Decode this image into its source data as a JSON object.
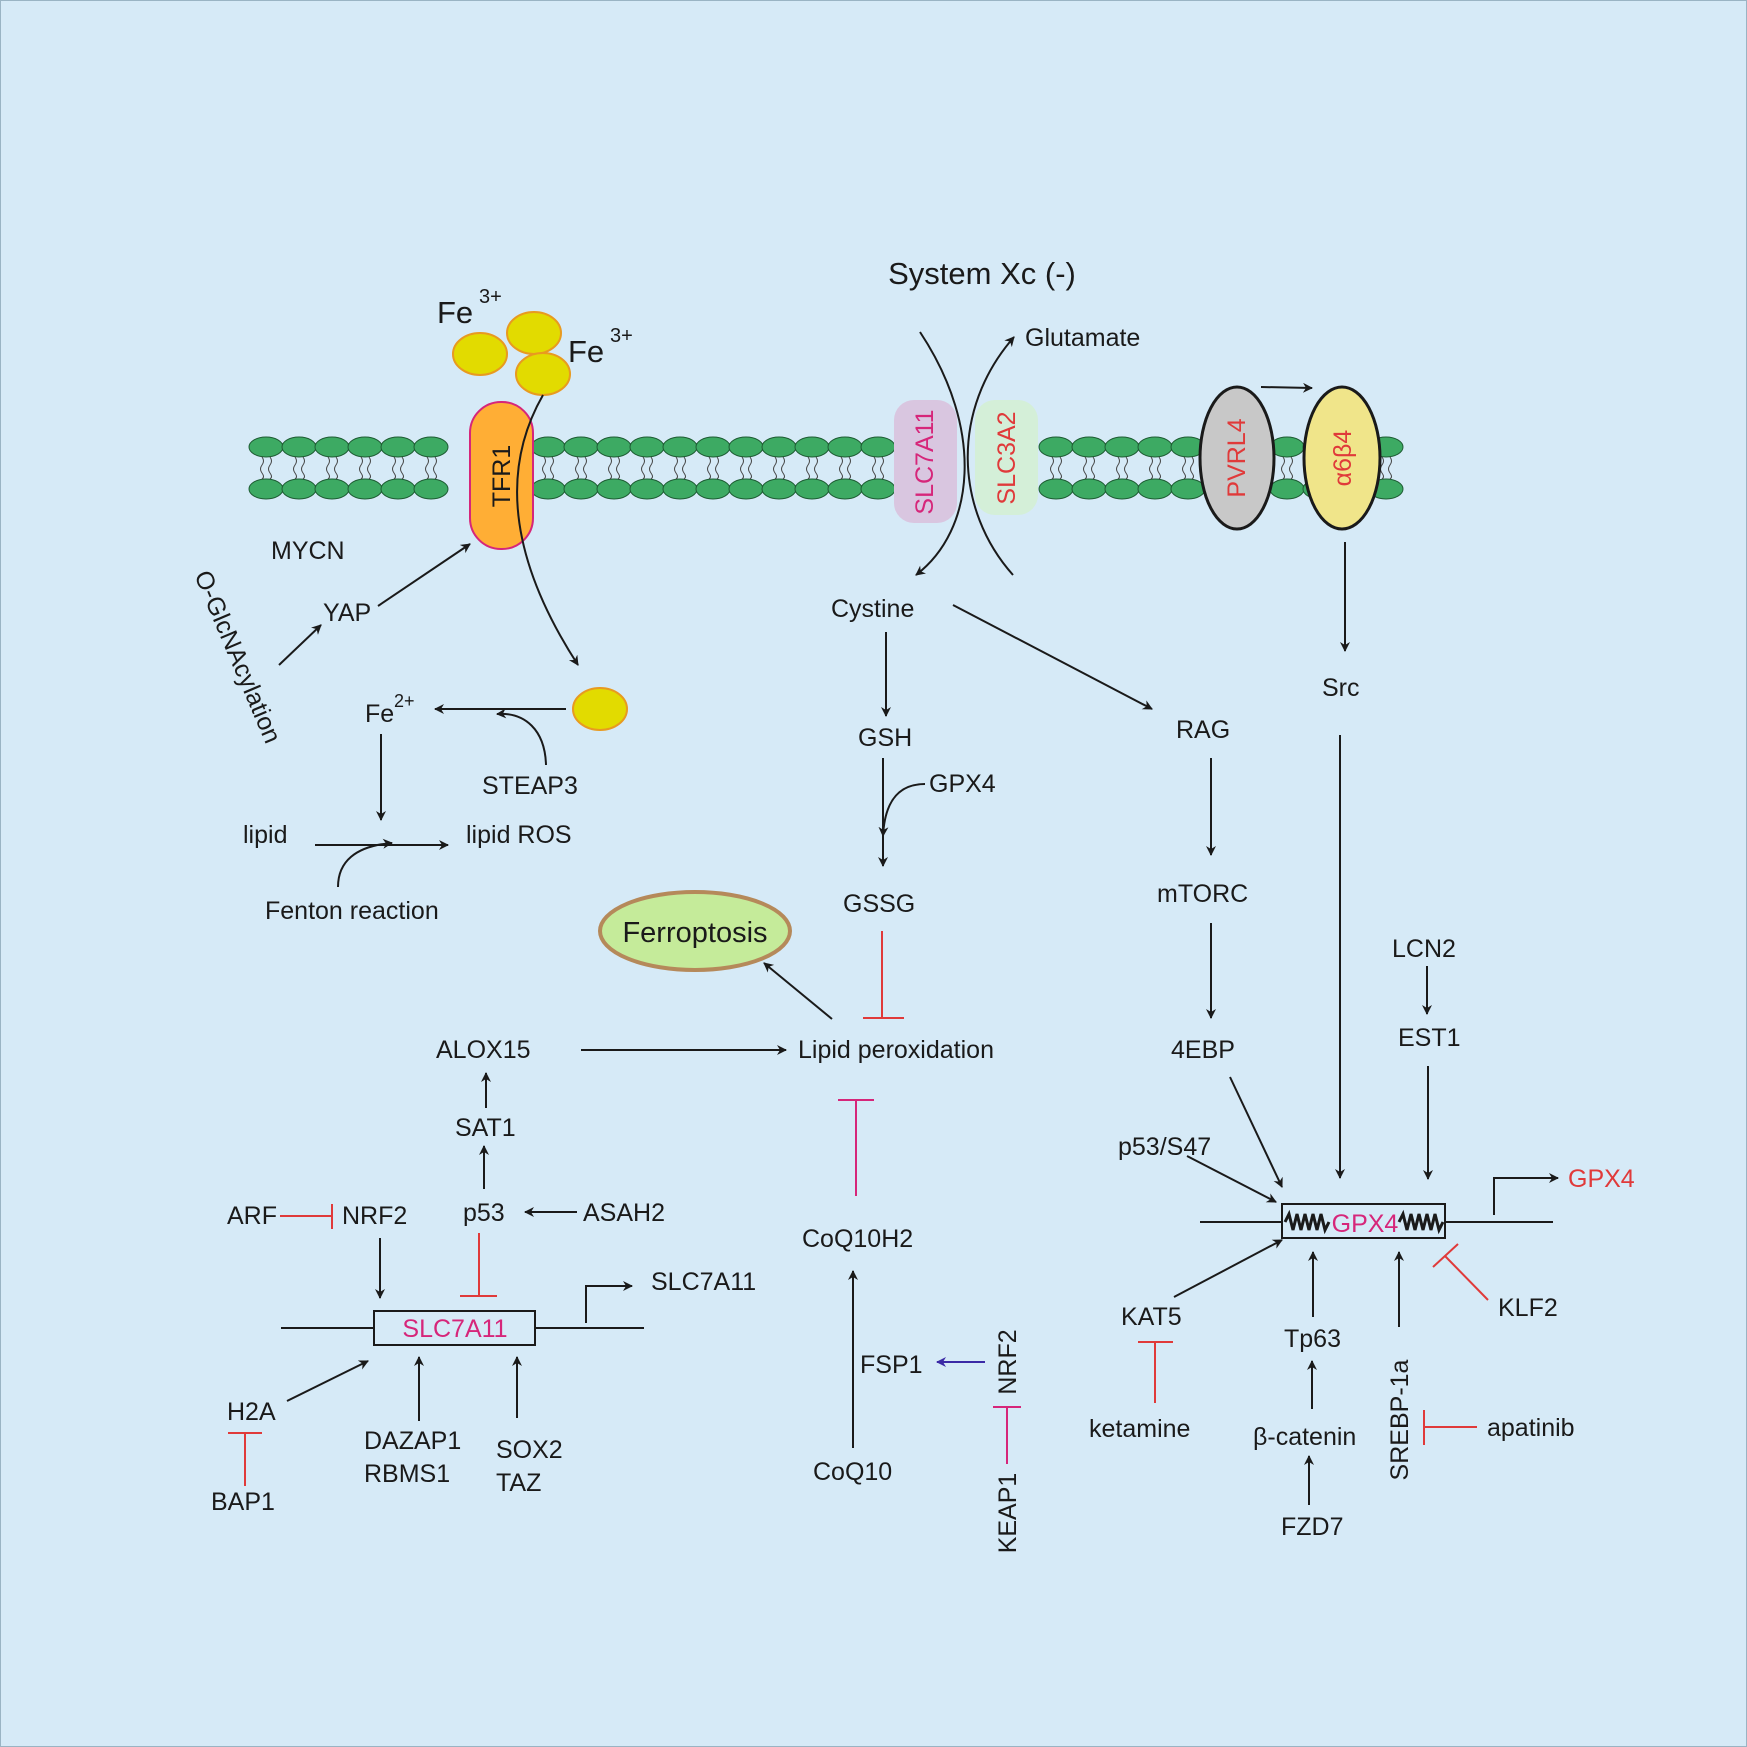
{
  "system_title": "System Xc (-)",
  "fe3_label": "Fe",
  "fe3_sup": "3+",
  "fe2_label": "Fe",
  "fe2_sup": "2+",
  "proteins": {
    "tfr1": "TFR1",
    "slc7a11": "SLC7A11",
    "slc3a2": "SLC3A2",
    "pvrl4": "PVRL4",
    "a6b4": "α6β4"
  },
  "labels": {
    "glutamate": "Glutamate",
    "mycn": "MYCN",
    "yap": "YAP",
    "oglcnac": "O-GlcNAcylation",
    "steap3": "STEAP3",
    "lipid": "lipid",
    "lipid_ros": "lipid ROS",
    "fenton": "Fenton reaction",
    "cystine": "Cystine",
    "gsh": "GSH",
    "gpx4_enzyme": "GPX4",
    "gssg": "GSSG",
    "rag": "RAG",
    "mtorc": "mTORC",
    "ebp4": "4EBP",
    "src": "Src",
    "lcn2": "LCN2",
    "est1": "EST1",
    "ferroptosis": "Ferroptosis",
    "alox15": "ALOX15",
    "lipid_perox": "Lipid peroxidation",
    "sat1": "SAT1",
    "p53": "p53",
    "asah2": "ASAH2",
    "arf": "ARF",
    "nrf2_left": "NRF2",
    "slc7a11_gene": "SLC7A11",
    "slc7a11_product": "SLC7A11",
    "h2a": "H2A",
    "bap1": "BAP1",
    "dazap1": "DAZAP1",
    "rbms1": "RBMS1",
    "sox2": "SOX2",
    "taz": "TAZ",
    "coq10h2": "CoQ10H2",
    "fsp1": "FSP1",
    "nrf2_mid": "NRF2",
    "keap1": "KEAP1",
    "coq10": "CoQ10",
    "p53s47": "p53/S47",
    "gpx4_gene": "GPX4",
    "gpx4_product": "GPX4",
    "kat5": "KAT5",
    "ketamine": "ketamine",
    "tp63": "Tp63",
    "bcatenin": "β-catenin",
    "fzd7": "FZD7",
    "srebp": "SREBP-1a",
    "apatinib": "apatinib",
    "klf2": "KLF2"
  },
  "colors": {
    "background": "#d6eaf7",
    "membrane_head": "#3daa63",
    "iron": "#e2db00",
    "tfr1": "#ffae35",
    "ferroptosis_fill": "#c5eb9a",
    "inhibit_red": "#e03a3a",
    "magenta": "#d6267a",
    "activate_blue": "#3b2aa6"
  }
}
